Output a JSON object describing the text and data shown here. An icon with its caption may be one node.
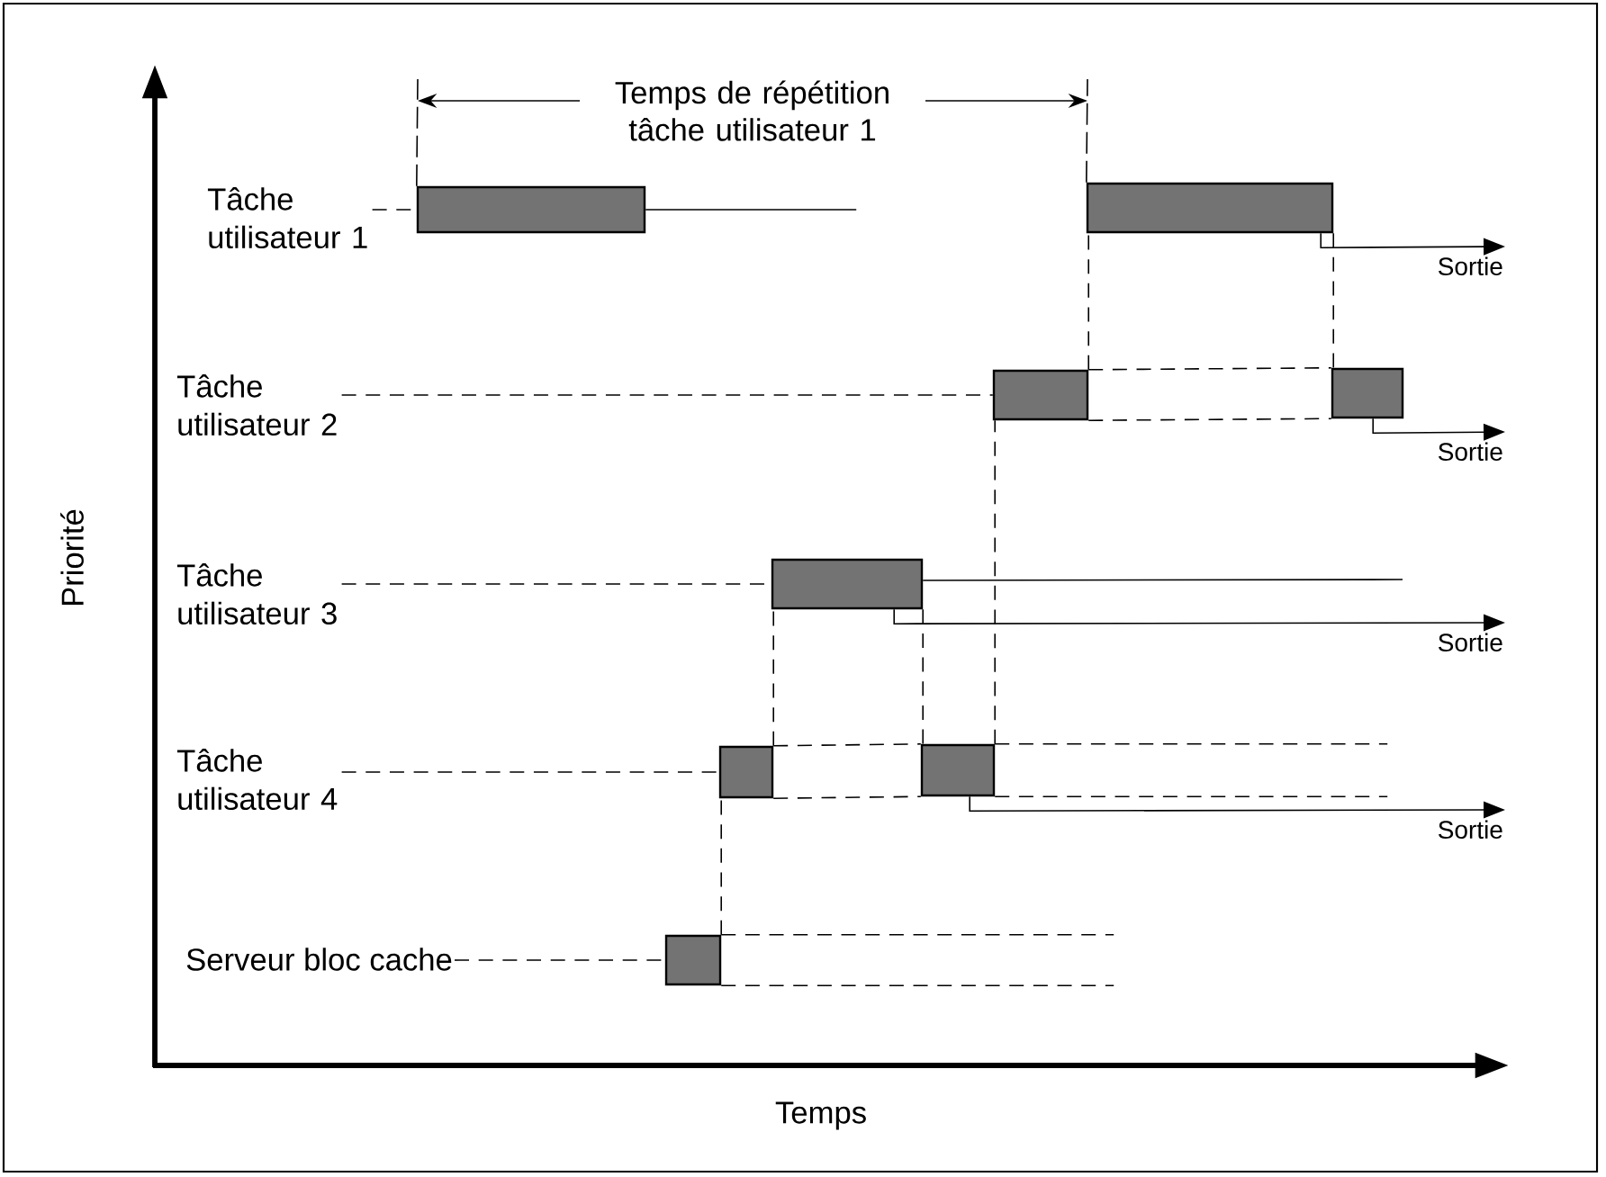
{
  "diagram": {
    "nodes": [
      {
        "text": [
          "Tâche utilisateur 1"
        ]
      },
      {
        "text": [],
        "shape": "bar"
      },
      {
        "text": [],
        "shape": "bar"
      },
      {
        "text": [
          "Tâche utilisateur 2"
        ]
      },
      {
        "text": [],
        "shape": "bar"
      },
      {
        "text": [],
        "shape": "bar"
      },
      {
        "text": [
          "Tâche utilisateur 3"
        ]
      },
      {
        "text": [],
        "shape": "bar"
      },
      {
        "text": [
          "Tâche utilisateur 4"
        ]
      },
      {
        "text": [],
        "shape": "bar"
      },
      {
        "text": [],
        "shape": "bar"
      },
      {
        "text": [
          "Serveur bloc cache"
        ]
      },
      {
        "text": [],
        "shape": "bar"
      },
      {
        "text": [
          "Sortie"
        ]
      },
      {
        "text": [
          "Sortie"
        ]
      },
      {
        "text": [
          "Sortie"
        ]
      },
      {
        "text": [
          "Sortie"
        ]
      }
    ],
    "edges": [
      {
        "from": 0,
        "to": 1,
        "arrow": "none",
        "style": "dashed"
      },
      {
        "from": 3,
        "to": 4,
        "arrow": "none",
        "style": "dashed"
      },
      {
        "from": 6,
        "to": 7,
        "arrow": "none",
        "style": "dashed"
      },
      {
        "from": 8,
        "to": 9,
        "arrow": "none",
        "style": "dashed"
      },
      {
        "from": 11,
        "to": 12,
        "arrow": "none",
        "style": "dashed"
      },
      {
        "from": 12,
        "to": 9,
        "arrow": "none",
        "style": "dashed"
      },
      {
        "from": 9,
        "to": 7,
        "arrow": "none",
        "style": "dashed"
      },
      {
        "from": 7,
        "to": 10,
        "arrow": "none",
        "style": "dashed"
      },
      {
        "from": 10,
        "to": 4,
        "arrow": "none",
        "style": "dashed"
      },
      {
        "from": 4,
        "to": 2,
        "arrow": "none",
        "style": "dashed"
      },
      {
        "from": 2,
        "to": 5,
        "arrow": "none",
        "style": "dashed"
      },
      {
        "from": 4,
        "to": 5,
        "arrow": "none",
        "style": "dashed"
      },
      {
        "from": 4,
        "to": 5,
        "arrow": "none",
        "style": "dashed"
      },
      {
        "from": 9,
        "to": 10,
        "arrow": "none",
        "style": "dashed"
      },
      {
        "from": 9,
        "to": 10,
        "arrow": "none",
        "style": "dashed"
      },
      {
        "from": 2,
        "to": 13,
        "arrow": "to"
      },
      {
        "from": 5,
        "to": 14,
        "arrow": "to"
      },
      {
        "from": 7,
        "to": 15,
        "arrow": "to"
      },
      {
        "from": 10,
        "to": 16,
        "arrow": "to"
      }
    ],
    "labels": [
      "Temps de répétition tâche utilisateur 1",
      "Priorité",
      "Temps"
    ]
  }
}
